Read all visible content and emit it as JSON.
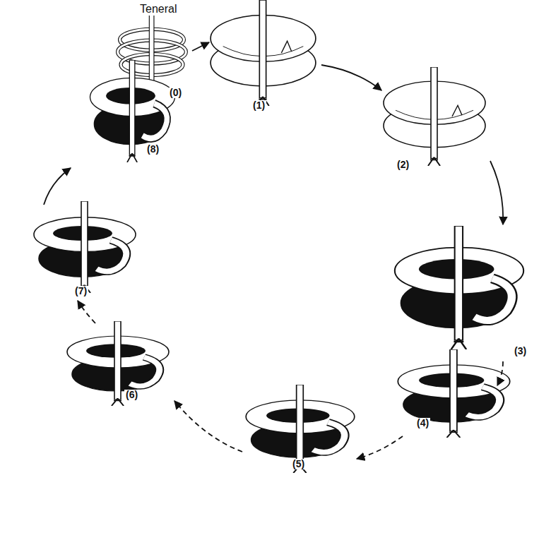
{
  "diagram": {
    "labels": [
      "Teneral",
      "(0)",
      "(1)",
      "(2)",
      "(3)",
      "(4)",
      "(5)",
      "(6)",
      "(7)",
      "(8)"
    ]
  }
}
